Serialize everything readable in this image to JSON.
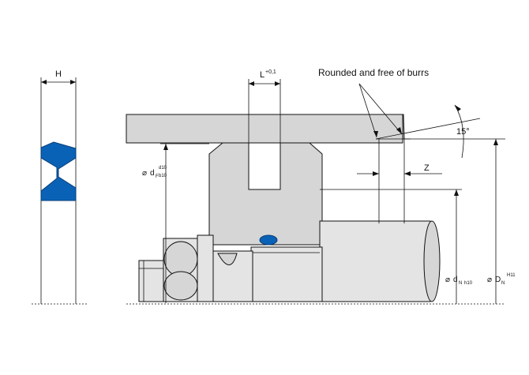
{
  "dimensions": {
    "height_label": "H",
    "groove_width_label": "L",
    "groove_width_tolerance": "+0,1",
    "chamfer_length_label": "Z",
    "chamfer_angle": "15°",
    "groove_diameter": {
      "symbol": "d",
      "sub": "F",
      "tol_upper": "d10",
      "tol_lower": "b10"
    },
    "piston_diameter": {
      "symbol": "d",
      "sub": "N",
      "tol": "h10"
    },
    "bore_diameter": {
      "symbol": "D",
      "sub": "N",
      "tol": "H11"
    }
  },
  "annotations": {
    "edge_note": "Rounded and free of burrs"
  },
  "colors": {
    "seal": "#0a62b6",
    "metal": "#d6d6d6",
    "line": "#111111"
  }
}
